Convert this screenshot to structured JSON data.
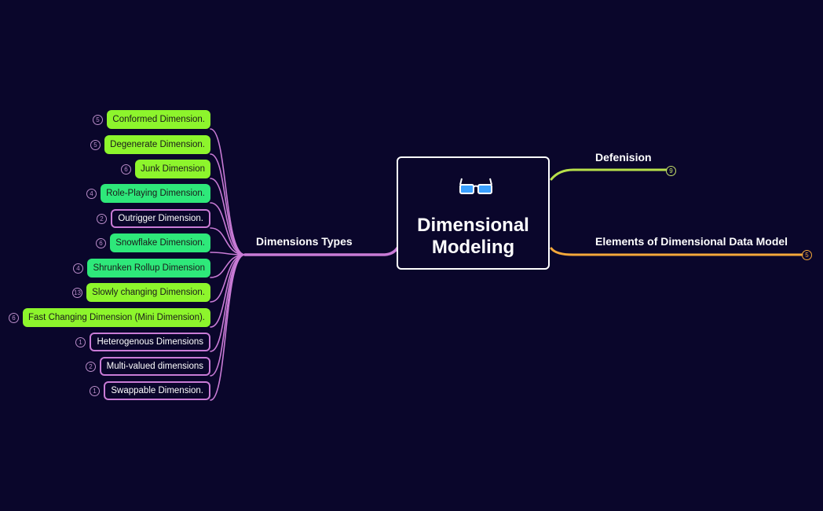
{
  "root": {
    "title_line1": "Dimensional",
    "title_line2": "Modeling",
    "icon": "3d-glasses-icon"
  },
  "branches": {
    "dimensions_types": {
      "label": "Dimensions Types",
      "color": "#c97bd6"
    },
    "defenision": {
      "label": "Defenision",
      "count": "9",
      "color": "#b8e04a"
    },
    "elements": {
      "label": "Elements of Dimensional Data Model",
      "count": "5",
      "color": "#f5a83a"
    }
  },
  "leaves": [
    {
      "label": "Conformed Dimension.",
      "count": "5",
      "style": "fill",
      "color": "#8df52c"
    },
    {
      "label": "Degenerate Dimension.",
      "count": "5",
      "style": "fill",
      "color": "#8df52c"
    },
    {
      "label": "Junk Dimension",
      "count": "6",
      "style": "fill",
      "color": "#8df52c"
    },
    {
      "label": "Role-Playing Dimension.",
      "count": "4",
      "style": "fill",
      "color": "#2ee87a"
    },
    {
      "label": "Outrigger Dimension.",
      "count": "2",
      "style": "outline",
      "color": "#c97bd6"
    },
    {
      "label": "Snowflake Dimension.",
      "count": "6",
      "style": "fill",
      "color": "#2ee87a"
    },
    {
      "label": "Shrunken Rollup Dimension",
      "count": "4",
      "style": "fill",
      "color": "#2ee87a"
    },
    {
      "label": "Slowly changing Dimension.",
      "count": "13",
      "style": "fill",
      "color": "#8df52c"
    },
    {
      "label": "Fast Changing Dimension (Mini Dimension).",
      "count": "6",
      "style": "fill",
      "color": "#8df52c"
    },
    {
      "label": "Heterogenous Dimensions",
      "count": "1",
      "style": "outline",
      "color": "#c97bd6"
    },
    {
      "label": "Multi-valued dimensions",
      "count": "2",
      "style": "outline",
      "color": "#c97bd6"
    },
    {
      "label": "Swappable Dimension.",
      "count": "1",
      "style": "outline",
      "color": "#c97bd6"
    }
  ]
}
